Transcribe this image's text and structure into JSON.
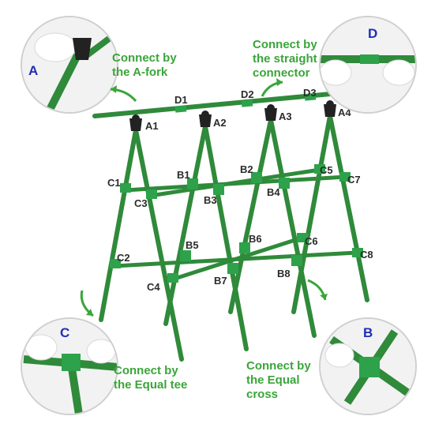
{
  "callouts": {
    "a": {
      "badge": "A",
      "line1": "Connect by",
      "line2": "the A-fork"
    },
    "d": {
      "badge": "D",
      "line1": "Connect by",
      "line2": "the straight",
      "line3": "connector"
    },
    "c": {
      "badge": "C",
      "line1": "Connect by",
      "line2": "the Equal tee"
    },
    "b": {
      "badge": "B",
      "line1": "Connect by",
      "line2": "the Equal",
      "line3": "cross"
    }
  },
  "labels": {
    "a1": "A1",
    "a2": "A2",
    "a3": "A3",
    "a4": "A4",
    "d1": "D1",
    "d2": "D2",
    "d3": "D3",
    "c1": "C1",
    "c2": "C2",
    "c3": "C3",
    "c4": "C4",
    "c5": "C5",
    "c6": "C6",
    "c7": "C7",
    "c8": "C8",
    "b1": "B1",
    "b2": "B2",
    "b3": "B3",
    "b4": "B4",
    "b5": "B5",
    "b6": "B6",
    "b7": "B7",
    "b8": "B8"
  },
  "colors": {
    "tube": "#2f8a3a",
    "tube_dark": "#1f6a2a",
    "connector": "#2da24a",
    "clip": "#222222",
    "callout_text": "#3aa53a",
    "badge_text": "#1f2fb5",
    "circle_border": "#cfcfcf"
  }
}
